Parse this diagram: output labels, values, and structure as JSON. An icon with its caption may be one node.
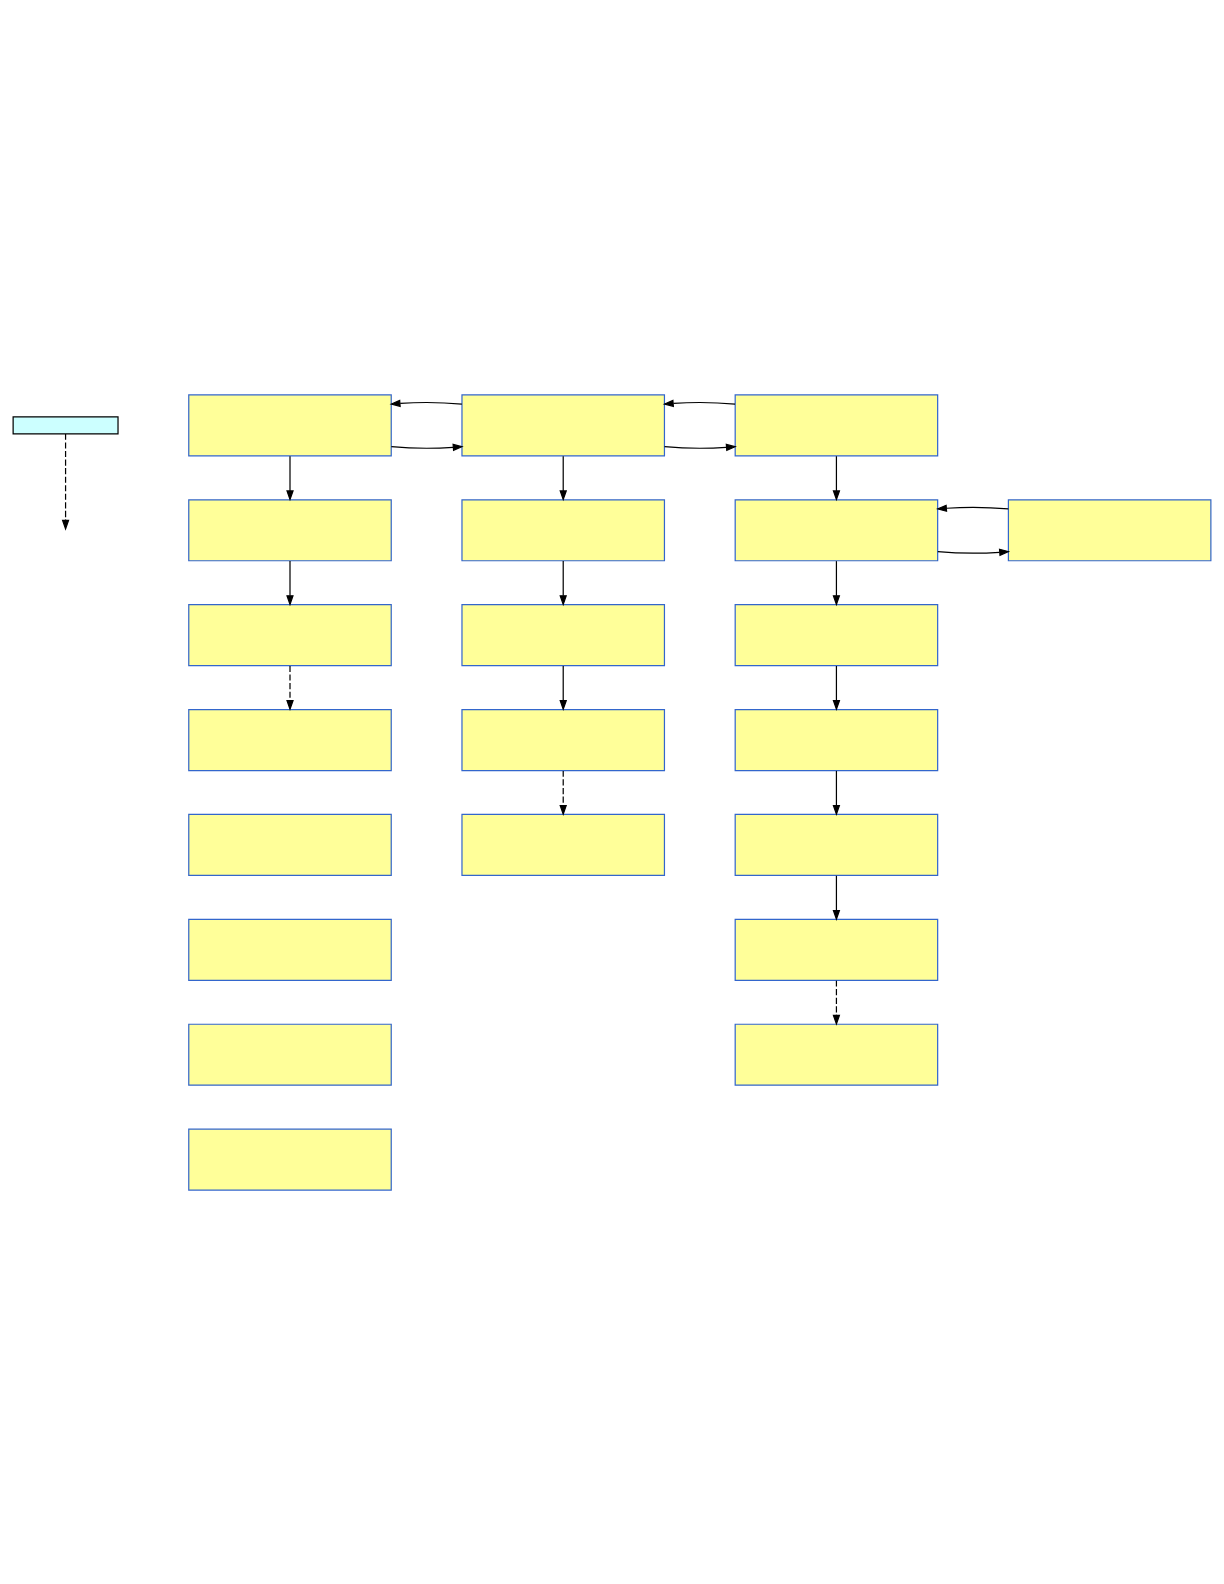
{
  "diagram": {
    "nodes": [
      {
        "text": [],
        "shape": "bar"
      },
      {
        "text": [],
        "shape": "box"
      },
      {
        "text": [],
        "shape": "box"
      },
      {
        "text": [],
        "shape": "box"
      },
      {
        "text": [],
        "shape": "box"
      },
      {
        "text": [],
        "shape": "box"
      },
      {
        "text": [],
        "shape": "box"
      },
      {
        "text": [],
        "shape": "box"
      },
      {
        "text": [],
        "shape": "box"
      },
      {
        "text": [],
        "shape": "box"
      },
      {
        "text": [],
        "shape": "box"
      },
      {
        "text": [],
        "shape": "box"
      },
      {
        "text": [],
        "shape": "box"
      },
      {
        "text": [],
        "shape": "box"
      },
      {
        "text": [],
        "shape": "box"
      },
      {
        "text": [],
        "shape": "box"
      },
      {
        "text": [],
        "shape": "box"
      },
      {
        "text": [],
        "shape": "box"
      },
      {
        "text": [],
        "shape": "box"
      },
      {
        "text": [],
        "shape": "box"
      },
      {
        "text": [],
        "shape": "box"
      },
      {
        "text": [],
        "shape": "box"
      }
    ],
    "edges": [
      {
        "from": 1,
        "to": 2,
        "arrow": "to"
      },
      {
        "from": 2,
        "to": 1,
        "arrow": "to"
      },
      {
        "from": 2,
        "to": 3,
        "arrow": "to"
      },
      {
        "from": 3,
        "to": 2,
        "arrow": "to"
      },
      {
        "from": 0,
        "to": null,
        "arrow": "to",
        "style": "dashed"
      },
      {
        "from": 1,
        "to": 4,
        "arrow": "to"
      },
      {
        "from": 2,
        "to": 5,
        "arrow": "to"
      },
      {
        "from": 3,
        "to": 6,
        "arrow": "to"
      },
      {
        "from": 6,
        "to": 7,
        "arrow": "to"
      },
      {
        "from": 7,
        "to": 6,
        "arrow": "to"
      },
      {
        "from": 4,
        "to": 8,
        "arrow": "to"
      },
      {
        "from": 5,
        "to": 9,
        "arrow": "to"
      },
      {
        "from": 6,
        "to": 10,
        "arrow": "to"
      },
      {
        "from": 8,
        "to": 11,
        "arrow": "to",
        "style": "dashed"
      },
      {
        "from": 9,
        "to": 12,
        "arrow": "to"
      },
      {
        "from": 10,
        "to": 13,
        "arrow": "to"
      },
      {
        "from": 12,
        "to": 14,
        "arrow": "to",
        "style": "dashed"
      },
      {
        "from": 13,
        "to": 15,
        "arrow": "to"
      },
      {
        "from": 15,
        "to": 16,
        "arrow": "to"
      },
      {
        "from": 16,
        "to": 17,
        "arrow": "to",
        "style": "dashed"
      }
    ]
  }
}
